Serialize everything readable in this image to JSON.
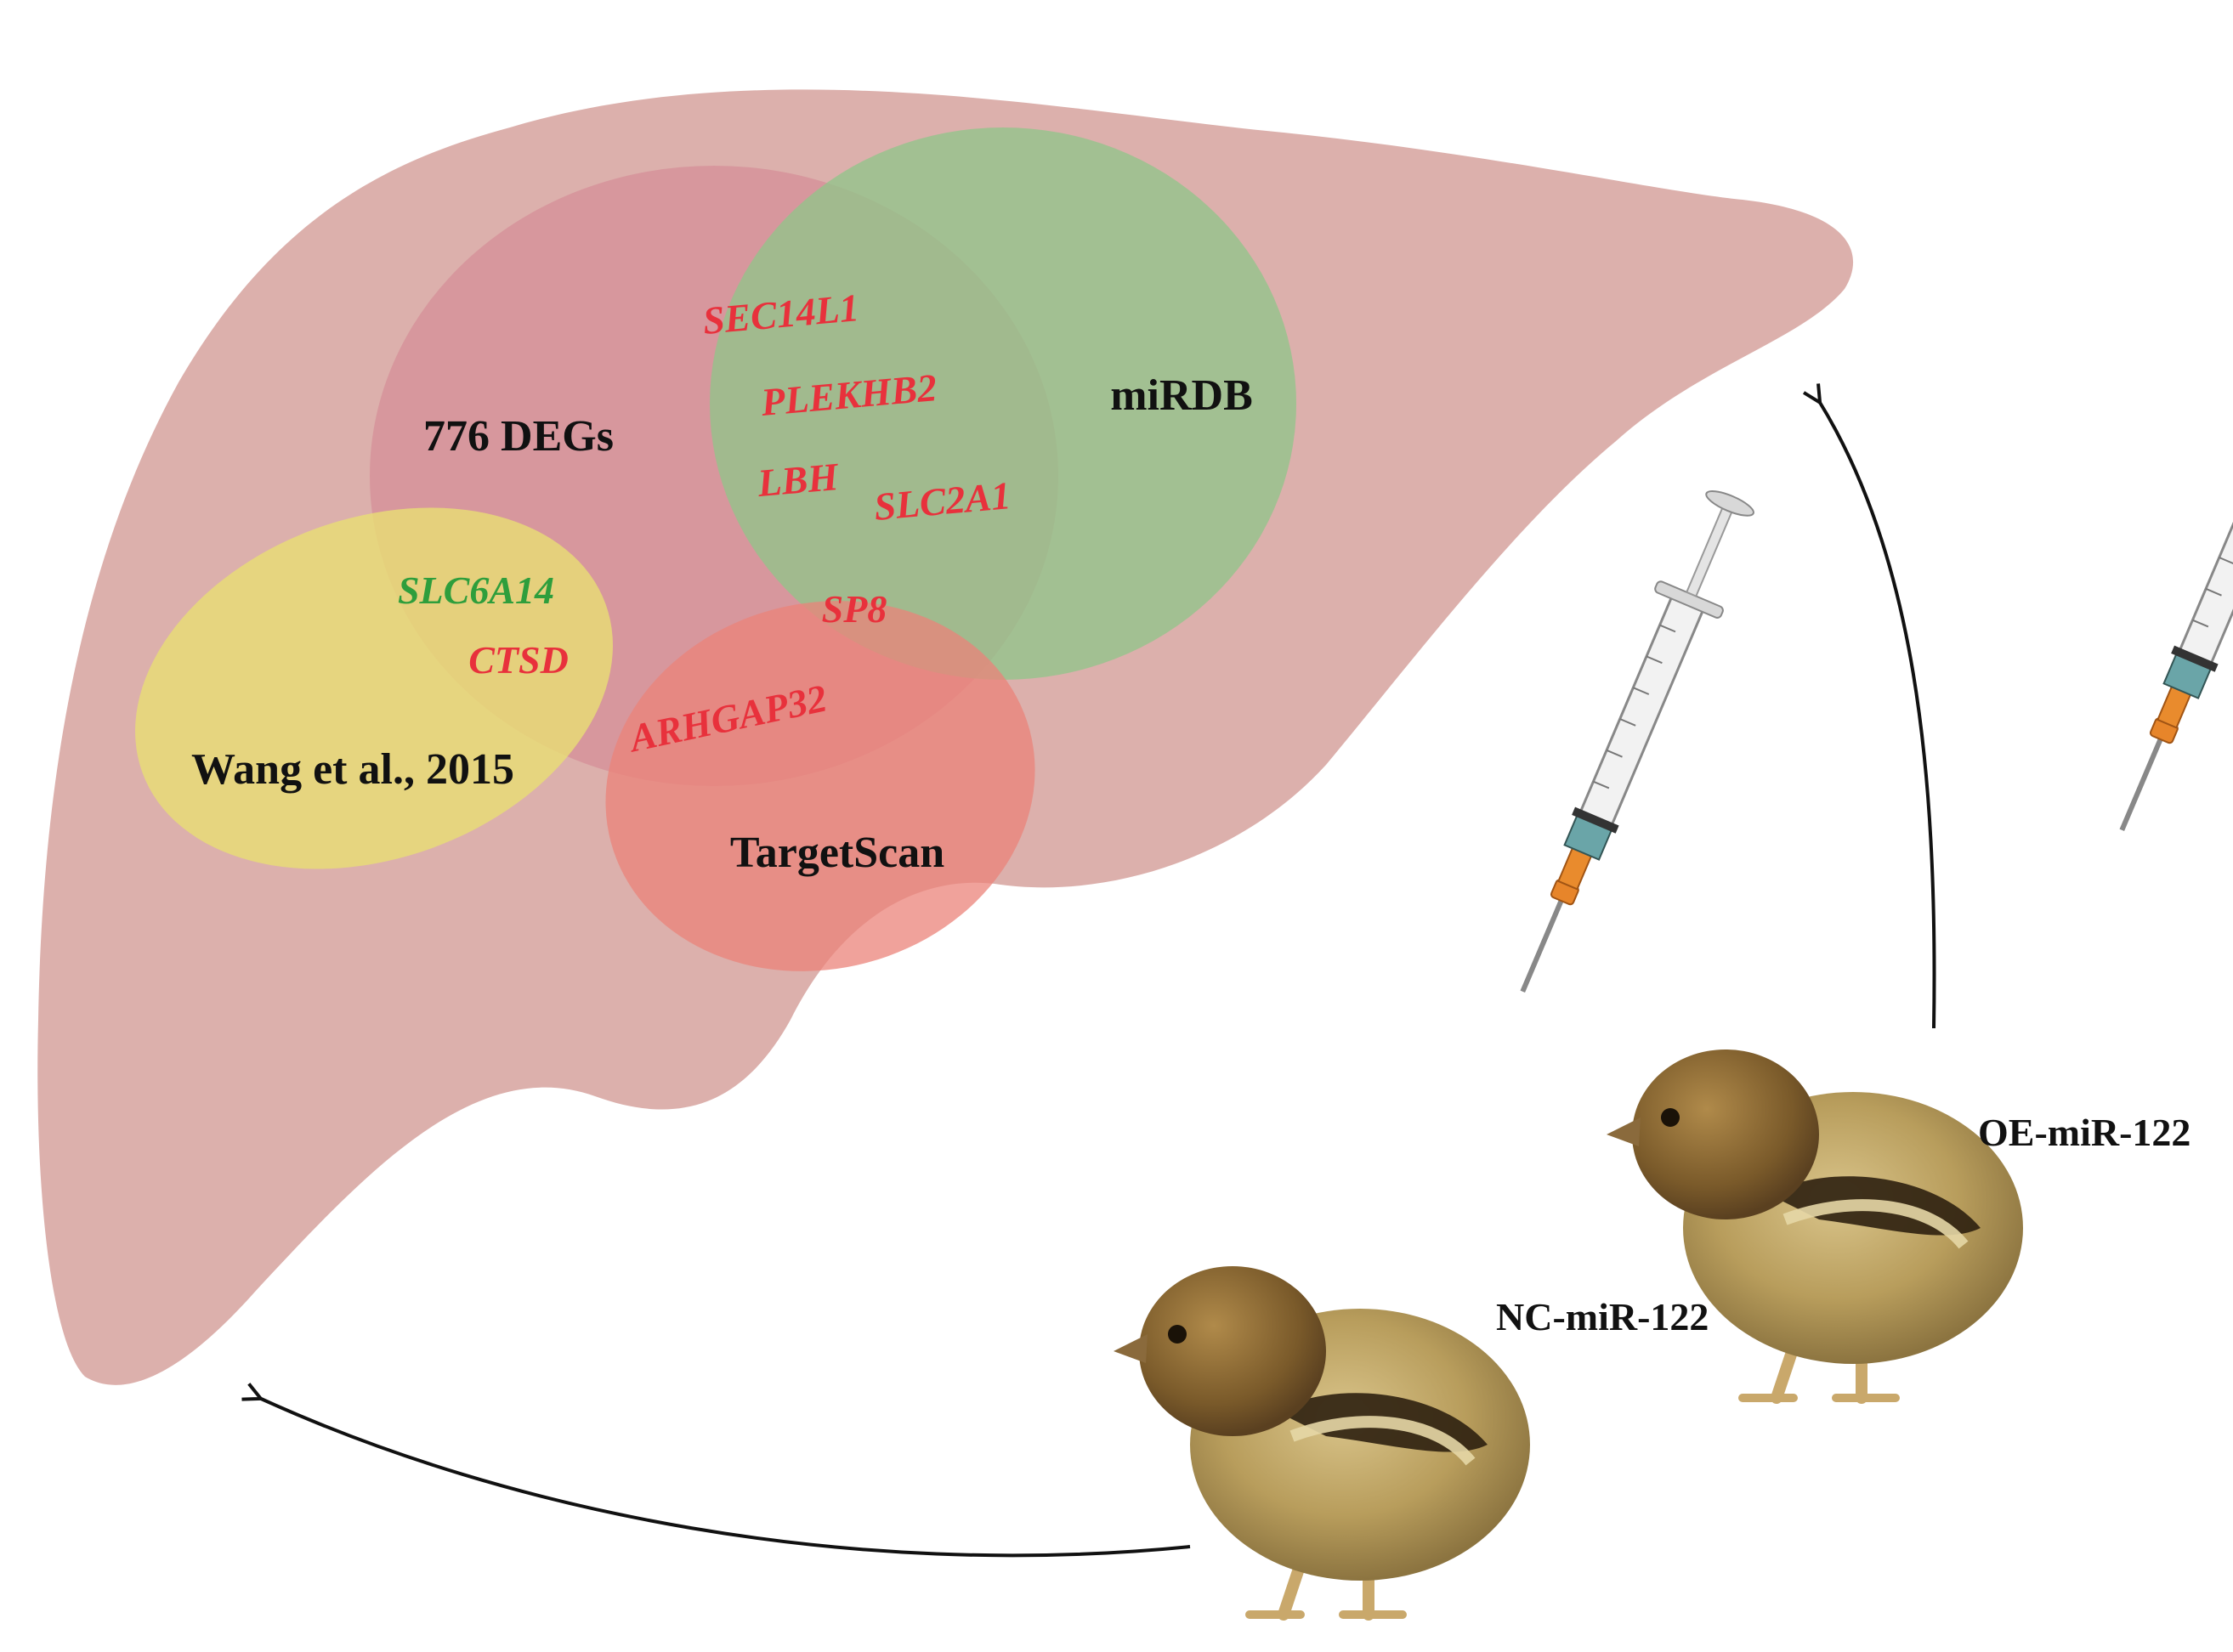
{
  "sets": {
    "degs": "776 DEGs",
    "mirdb": "miRDB",
    "targetscan": "TargetScan",
    "wang": "Wang et al., 2015"
  },
  "genes": [
    {
      "name": "SEC14L1",
      "color": "#e8313c"
    },
    {
      "name": "PLEKHB2",
      "color": "#e8313c"
    },
    {
      "name": "LBH",
      "color": "#e8313c"
    },
    {
      "name": "SLC2A1",
      "color": "#e8313c"
    },
    {
      "name": "SLC6A14",
      "color": "#2e9e3c"
    },
    {
      "name": "CTSD",
      "color": "#e8313c"
    },
    {
      "name": "SP8",
      "color": "#e8313c"
    },
    {
      "name": "ARHGAP32",
      "color": "#e8313c"
    }
  ],
  "groups": {
    "nc": "NC-miR-122",
    "oe": "OE-miR-122"
  },
  "colors": {
    "liver": "#dcb0ac",
    "degs": "#d68f98",
    "mirdb": "#8fc58a",
    "targetscan": "#eb8379",
    "wang": "#e8de74",
    "up_gene": "#e8313c",
    "down_gene": "#2e9e3c"
  },
  "icons": [
    "liver-silhouette",
    "syringe-icon",
    "chick-icon",
    "curved-arrow-icon"
  ]
}
